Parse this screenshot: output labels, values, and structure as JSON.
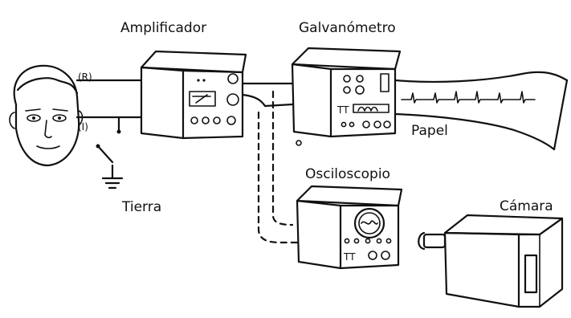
{
  "labels": {
    "amplifier": "Amplificador",
    "galvanometer": "Galvanómetro",
    "paper": "Papel",
    "oscilloscope": "Osciloscopio",
    "camera": "Cámara",
    "ground": "Tierra",
    "right_electrode": "(R)",
    "left_electrode": "(I)"
  },
  "colors": {
    "ink": "#111111",
    "background": "#ffffff"
  }
}
